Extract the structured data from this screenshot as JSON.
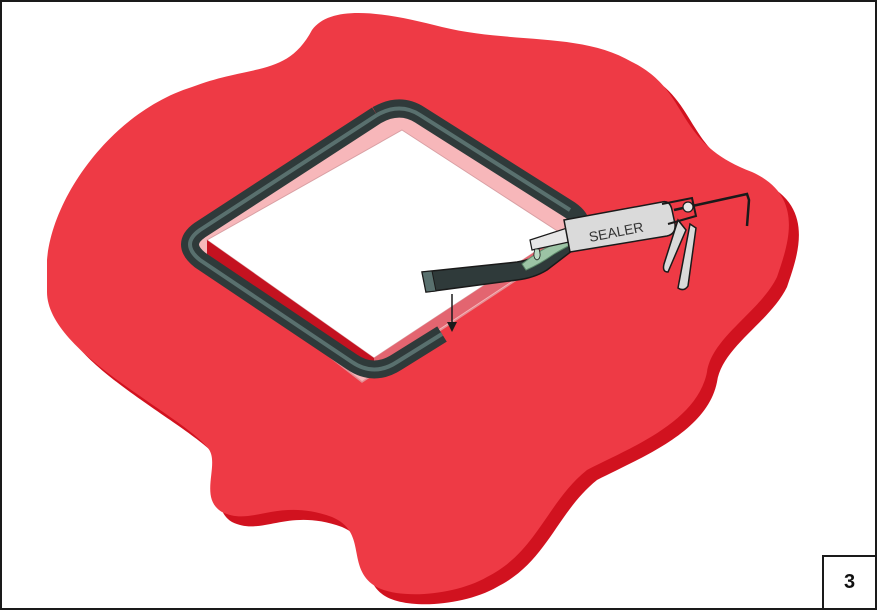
{
  "figure": {
    "gun_label": "SEALER",
    "step_number": "3"
  },
  "colors": {
    "pad_top": "#ee3a45",
    "pad_side": "#d1121f",
    "frame_dark": "#2f3a3a",
    "frame_light": "#59706e",
    "inner_edge": "#f7b7ba",
    "sealer_bead": "#9cc4a5",
    "gun_body": "#dadada",
    "outline": "#1a1a1a"
  },
  "icons": {
    "pad": "red-foam-pad-illustration",
    "frame": "window-frame-illustration",
    "channel": "frame-channel-illustration",
    "gun": "caulking-gun-illustration",
    "arrow": "down-arrow-icon"
  }
}
